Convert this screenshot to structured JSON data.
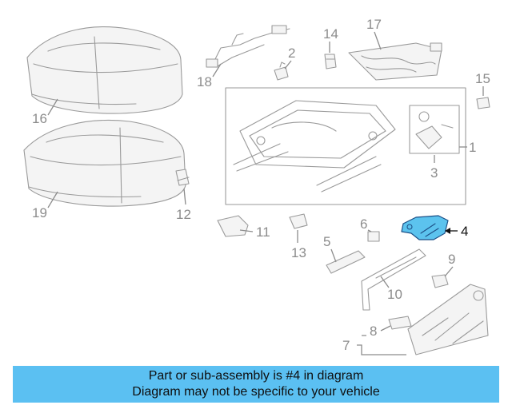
{
  "callouts": {
    "c1": "1",
    "c2": "2",
    "c3": "3",
    "c4": "4",
    "c5": "5",
    "c6": "6",
    "c7": "7",
    "c8": "8",
    "c9": "9",
    "c10": "10",
    "c11": "11",
    "c12": "12",
    "c13": "13",
    "c14": "14",
    "c15": "15",
    "c16": "16",
    "c17": "17",
    "c18": "18",
    "c19": "19"
  },
  "highlighted_part": "4",
  "highlight_color": "#5cc3ee",
  "banner": {
    "line1": "Part or sub-assembly is #4 in diagram",
    "line2": "Diagram may not be specific to your vehicle",
    "background": "#5bc0f2"
  }
}
